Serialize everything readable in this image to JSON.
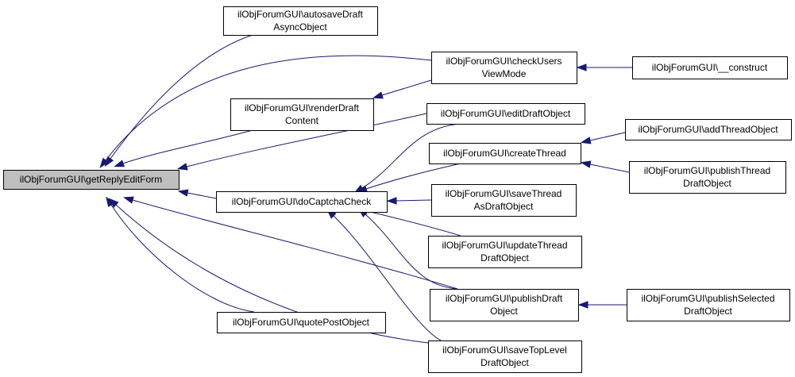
{
  "diagram": {
    "nodes": {
      "getReplyEditForm": {
        "lines": [
          "ilObjForumGUI\\getReplyEditForm"
        ],
        "focus": true
      },
      "autosaveDraftAsyncObject": {
        "lines": [
          "ilObjForumGUI\\autosaveDraft",
          "AsyncObject"
        ]
      },
      "renderDraftContent": {
        "lines": [
          "ilObjForumGUI\\renderDraft",
          "Content"
        ]
      },
      "doCaptchaCheck": {
        "lines": [
          "ilObjForumGUI\\doCaptchaCheck"
        ]
      },
      "quotePostObject": {
        "lines": [
          "ilObjForumGUI\\quotePostObject"
        ]
      },
      "checkUsersViewMode": {
        "lines": [
          "ilObjForumGUI\\checkUsers",
          "ViewMode"
        ]
      },
      "editDraftObject": {
        "lines": [
          "ilObjForumGUI\\editDraftObject"
        ]
      },
      "createThread": {
        "lines": [
          "ilObjForumGUI\\createThread"
        ]
      },
      "saveThreadAsDraftObject": {
        "lines": [
          "ilObjForumGUI\\saveThread",
          "AsDraftObject"
        ]
      },
      "updateThreadDraftObject": {
        "lines": [
          "ilObjForumGUI\\updateThread",
          "DraftObject"
        ]
      },
      "publishDraftObject": {
        "lines": [
          "ilObjForumGUI\\publishDraft",
          "Object"
        ]
      },
      "saveTopLevelDraftObject": {
        "lines": [
          "ilObjForumGUI\\saveTopLevel",
          "DraftObject"
        ]
      },
      "construct": {
        "lines": [
          "ilObjForumGUI\\__construct"
        ]
      },
      "addThreadObject": {
        "lines": [
          "ilObjForumGUI\\addThreadObject"
        ]
      },
      "publishThreadDraftObject": {
        "lines": [
          "ilObjForumGUI\\publishThread",
          "DraftObject"
        ]
      },
      "publishSelectedDraftObject": {
        "lines": [
          "ilObjForumGUI\\publishSelected",
          "DraftObject"
        ]
      }
    },
    "edges": [
      {
        "from": "autosaveDraftAsyncObject",
        "to": "getReplyEditForm"
      },
      {
        "from": "checkUsersViewMode",
        "to": "getReplyEditForm"
      },
      {
        "from": "renderDraftContent",
        "to": "getReplyEditForm"
      },
      {
        "from": "editDraftObject",
        "to": "getReplyEditForm"
      },
      {
        "from": "doCaptchaCheck",
        "to": "getReplyEditForm"
      },
      {
        "from": "publishDraftObject",
        "to": "getReplyEditForm"
      },
      {
        "from": "quotePostObject",
        "to": "getReplyEditForm"
      },
      {
        "from": "saveTopLevelDraftObject",
        "to": "getReplyEditForm"
      },
      {
        "from": "checkUsersViewMode",
        "to": "renderDraftContent"
      },
      {
        "from": "construct",
        "to": "checkUsersViewMode"
      },
      {
        "from": "editDraftObject",
        "to": "doCaptchaCheck"
      },
      {
        "from": "createThread",
        "to": "doCaptchaCheck"
      },
      {
        "from": "saveThreadAsDraftObject",
        "to": "doCaptchaCheck"
      },
      {
        "from": "updateThreadDraftObject",
        "to": "doCaptchaCheck"
      },
      {
        "from": "publishDraftObject",
        "to": "doCaptchaCheck"
      },
      {
        "from": "saveTopLevelDraftObject",
        "to": "doCaptchaCheck"
      },
      {
        "from": "addThreadObject",
        "to": "createThread"
      },
      {
        "from": "publishThreadDraftObject",
        "to": "createThread"
      },
      {
        "from": "publishSelectedDraftObject",
        "to": "publishDraftObject"
      }
    ]
  }
}
